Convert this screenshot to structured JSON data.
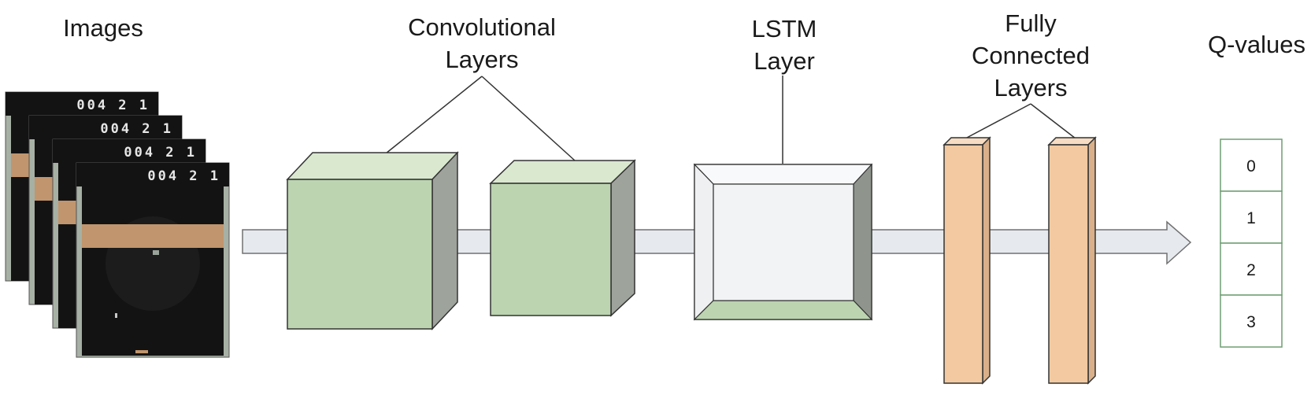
{
  "labels": {
    "images": "Images",
    "conv_line1": "Convolutional",
    "conv_line2": "Layers",
    "lstm_line1": "LSTM",
    "lstm_line2": "Layer",
    "fc_line1": "Fully",
    "fc_line2": "Connected",
    "fc_line3": "Layers",
    "qvalues": "Q-values"
  },
  "frames": [
    {
      "score": "004  2  1"
    },
    {
      "score": "004  2  1"
    },
    {
      "score": "004  2  1"
    },
    {
      "score": "004  2  1"
    }
  ],
  "q_values": [
    "0",
    "1",
    "2",
    "3"
  ],
  "colors": {
    "conv_front": "#bcd4b0",
    "conv_top": "#d9e8cf",
    "conv_side": "#9ea39c",
    "lstm_front": "#f2f3f4",
    "lstm_bottom": "#bcd4b0",
    "fc_front": "#f2c9a0",
    "fc_side": "#d9b08a",
    "pipe": "#e6eaef",
    "frame_bg": "#131313",
    "frame_border": "#a7b0a4",
    "brick": "#c1956d"
  }
}
